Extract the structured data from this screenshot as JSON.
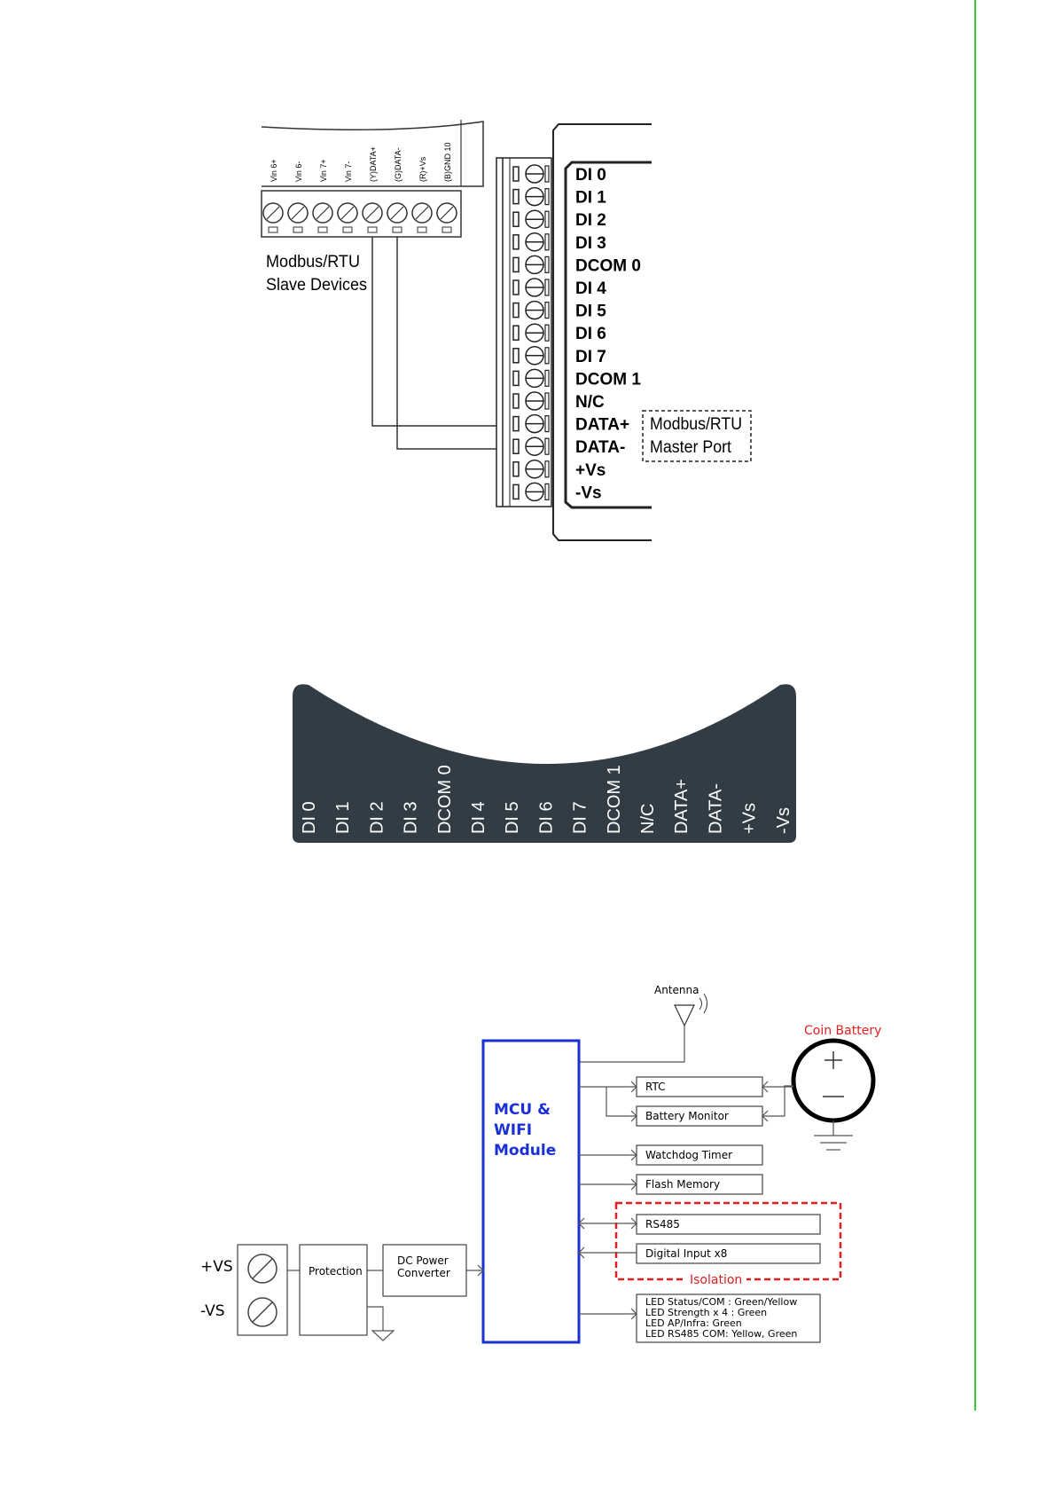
{
  "wiring": {
    "slave_label_1": "Modbus/RTU",
    "slave_label_2": "Slave Devices",
    "master_label_1": "Modbus/RTU",
    "master_label_2": "Master Port",
    "slave_terminals": [
      "Vin 6+",
      "Vin 6-",
      "Vin 7+",
      "Vin 7-",
      "(Y)DATA+",
      "(G)DATA-",
      "(R)+Vs",
      "(B)GND 10"
    ],
    "pins": [
      "DI 0",
      "DI 1",
      "DI 2",
      "DI 3",
      "DCOM 0",
      "DI 4",
      "DI 5",
      "DI 6",
      "DI 7",
      "DCOM 1",
      "N/C",
      "DATA+",
      "DATA-",
      "+Vs",
      "-Vs"
    ]
  },
  "label_plate": {
    "pins": [
      "DI 0",
      "DI 1",
      "DI 2",
      "DI 3",
      "DCOM 0",
      "DI 4",
      "DI 5",
      "DI 6",
      "DI 7",
      "DCOM 1",
      "N/C",
      "DATA+",
      "DATA-",
      "+Vs",
      "-Vs"
    ],
    "colors": {
      "plate": "#323c44",
      "text": "#ffffff"
    }
  },
  "block_diagram": {
    "antenna": "Antenna",
    "coin_battery": "Coin Battery",
    "mcu_lines": [
      "MCU &",
      "WIFI",
      "Module"
    ],
    "rtc": "RTC",
    "battery_monitor": "Battery Monitor",
    "watchdog": "Watchdog Timer",
    "flash": "Flash  Memory",
    "rs485": "RS485",
    "digital_input": "Digital Input x8",
    "isolation": "Isolation",
    "led_lines": [
      "LED Status/COM : Green/Yellow",
      "LED Strength x 4 : Green",
      "LED AP/Infra: Green",
      "LED RS485 COM: Yellow, Green"
    ],
    "plus_vs": "+VS",
    "minus_vs": "-VS",
    "protection": "Protection",
    "dc_power_1": "DC Power",
    "dc_power_2": "Converter",
    "colors": {
      "mcu": "#1a2fd6",
      "red": "#e02020",
      "margin_line": "#3ec43e"
    }
  }
}
